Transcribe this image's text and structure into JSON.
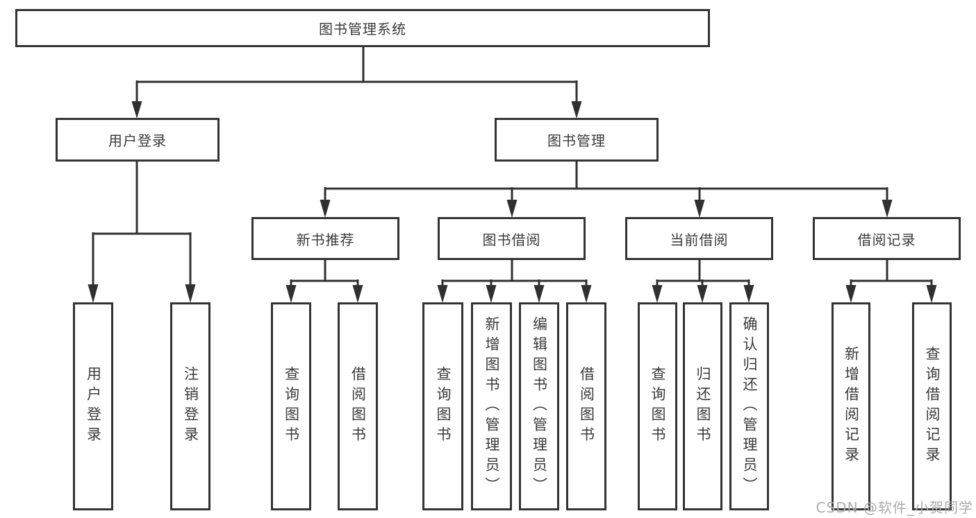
{
  "diagram": {
    "root_label": "图书管理系统",
    "branches": [
      {
        "label": "用户登录",
        "children": [
          {
            "label": "用户登录"
          },
          {
            "label": "注销登录"
          }
        ]
      },
      {
        "label": "图书管理",
        "children": [
          {
            "label": "新书推荐",
            "children": [
              {
                "label": "查询图书"
              },
              {
                "label": "借阅图书"
              }
            ]
          },
          {
            "label": "图书借阅",
            "children": [
              {
                "label": "查询图书"
              },
              {
                "label": "新增图书（管理员）"
              },
              {
                "label": "编辑图书（管理员）"
              },
              {
                "label": "借阅图书"
              }
            ]
          },
          {
            "label": "当前借阅",
            "children": [
              {
                "label": "查询图书"
              },
              {
                "label": "归还图书"
              },
              {
                "label": "确认归还（管理员）"
              }
            ]
          },
          {
            "label": "借阅记录",
            "children": [
              {
                "label": "新增借阅记录"
              },
              {
                "label": "查询借阅记录"
              }
            ]
          }
        ]
      }
    ]
  },
  "watermark": {
    "text": "CSDN @软件_小贺同学"
  },
  "colors": {
    "line": "#303030",
    "box_border": "#333333",
    "box_fill": "#ffffff",
    "text": "#3a3a3a",
    "watermark": "#ababab",
    "background": "#ffffff"
  }
}
